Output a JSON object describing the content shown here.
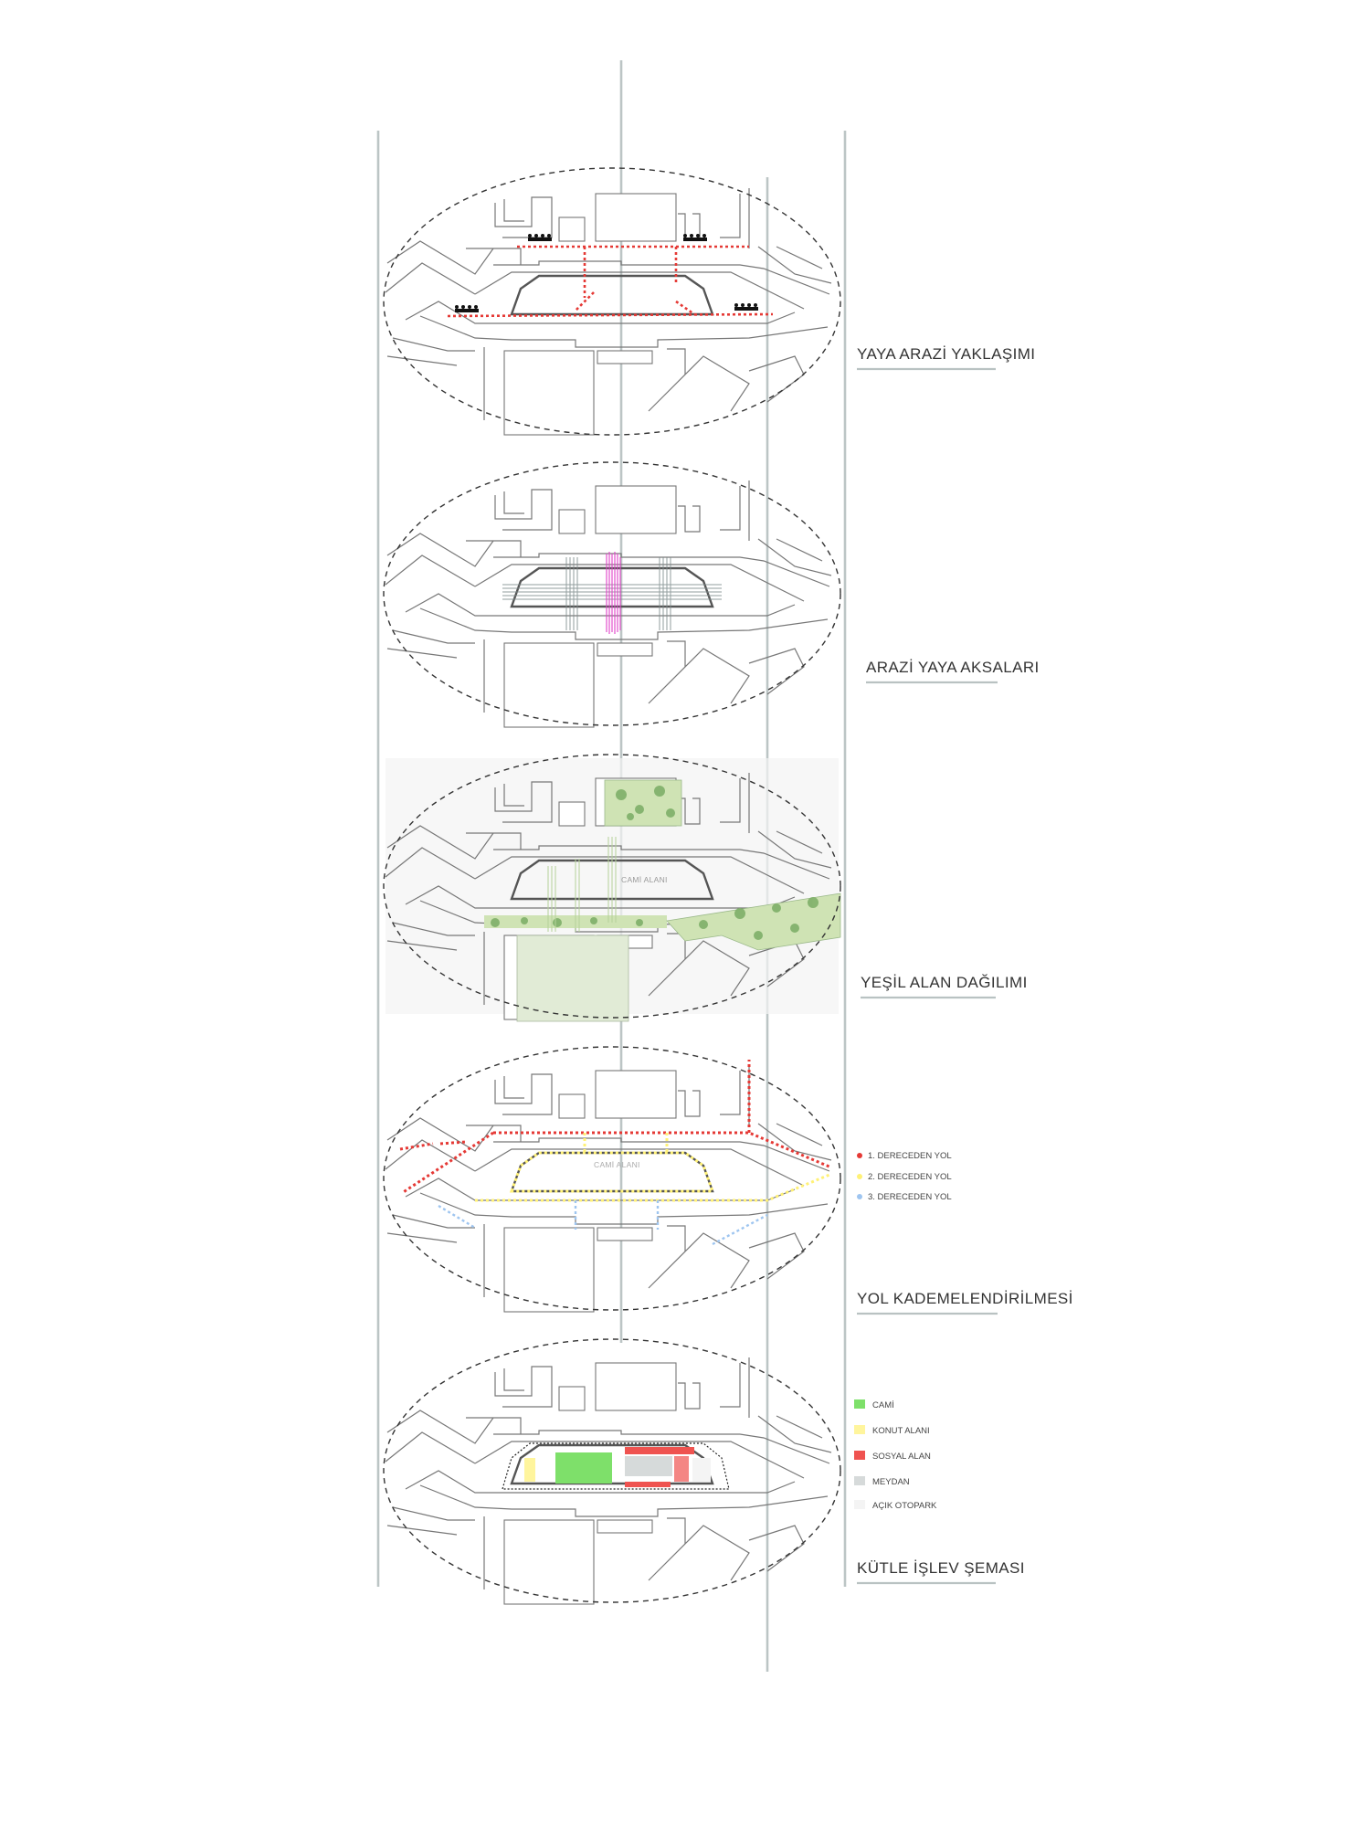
{
  "sections": [
    {
      "id": "pedestrian",
      "title": "YAYA ARAZİ YAKLAŞIMI"
    },
    {
      "id": "axes",
      "title": "ARAZİ YAYA AKSALARI"
    },
    {
      "id": "green",
      "title": "YEŞİL ALAN DAĞILIMI",
      "site_label": "CAMİ ALANI"
    },
    {
      "id": "roads",
      "title": "YOL KADEMELENDİRİLMESİ",
      "site_label": "CAMİ ALANI",
      "legend": [
        {
          "label": "1. DERECEDEN YOL",
          "color": "#e53935"
        },
        {
          "label": "2. DERECEDEN YOL",
          "color": "#fff176"
        },
        {
          "label": "3. DERECEDEN YOL",
          "color": "#9ec5f0"
        }
      ]
    },
    {
      "id": "mass",
      "title": "KÜTLE İŞLEV ŞEMASI",
      "legend": [
        {
          "label": "CAMİ",
          "color": "#7ee06a"
        },
        {
          "label": "KONUT ALANI",
          "color": "#fff59d"
        },
        {
          "label": "SOSYAL ALAN",
          "color": "#ef5350"
        },
        {
          "label": "MEYDAN",
          "color": "#d6dada"
        },
        {
          "label": "AÇIK OTOPARK",
          "color": "#f4f4f4"
        }
      ]
    }
  ],
  "colors": {
    "axis": "#bcc5c5",
    "pedestrian_path": "#e53935",
    "pink_axis": "#e040c8",
    "grey_axis": "#7f8c8c",
    "green_area": "#cfe3b4"
  }
}
